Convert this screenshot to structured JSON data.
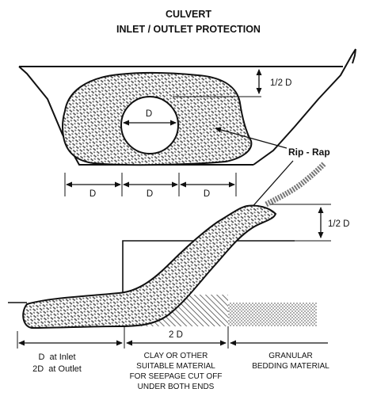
{
  "title": {
    "line1": "CULVERT",
    "line2": "INLET / OUTLET PROTECTION"
  },
  "labels": {
    "half_d_top": "1/2 D",
    "pipe_diameter": "D",
    "riprap": "Rip - Rap",
    "half_d_side": "1/2 D",
    "width_d_1": "D",
    "width_d_2": "D",
    "width_d_3": "D",
    "length_2d": "2 D"
  },
  "notes": {
    "inlet_outlet": [
      "D  at Inlet",
      "2D  at Outlet"
    ],
    "clay": [
      "CLAY OR OTHER",
      "SUITABLE MATERIAL",
      "FOR SEEPAGE CUT OFF",
      "UNDER BOTH ENDS"
    ],
    "granular": [
      "GRANULAR",
      "BEDDING MATERIAL"
    ]
  }
}
